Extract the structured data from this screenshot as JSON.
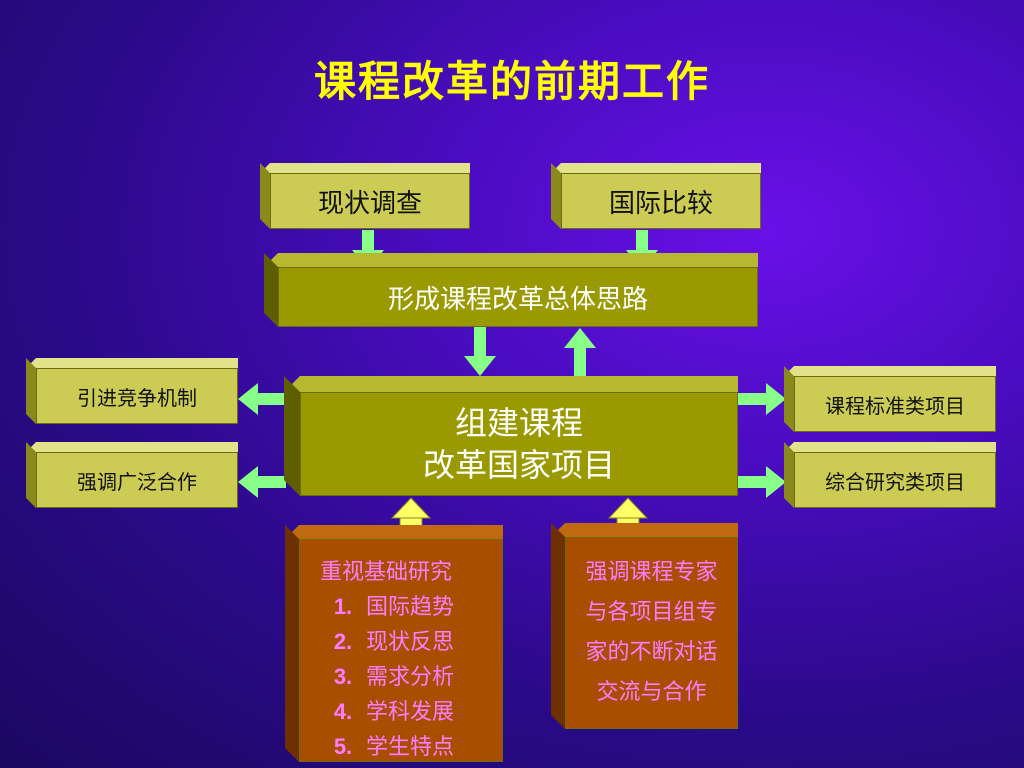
{
  "title": "课程改革的前期工作",
  "boxes": {
    "survey": "现状调查",
    "compare": "国际比较",
    "overall": "形成课程改革总体思路",
    "core_line1": "组建课程",
    "core_line2": "改革国家项目",
    "left_top": "引进竞争机制",
    "left_bottom": "强调广泛合作",
    "right_top": "课程标准类项目",
    "right_bottom": "综合研究类项目"
  },
  "research": {
    "heading": "重视基础研究",
    "items": [
      {
        "num": "1.",
        "text": "国际趋势"
      },
      {
        "num": "2.",
        "text": "现状反思"
      },
      {
        "num": "3.",
        "text": "需求分析"
      },
      {
        "num": "4.",
        "text": "学科发展"
      },
      {
        "num": "5.",
        "text": "学生特点"
      }
    ]
  },
  "dialogue": {
    "lines": [
      "强调课程专家",
      "与各项目组专",
      "家的不断对话",
      "交流与合作"
    ]
  },
  "colors": {
    "title": "#ffff00",
    "box_light": "#cccc55",
    "box_olive": "#9a9a00",
    "box_orange": "#a84e00",
    "arrow_green": "#88ff88",
    "arrow_yellow": "#ffff66",
    "orange_text": "#ff7bff"
  }
}
